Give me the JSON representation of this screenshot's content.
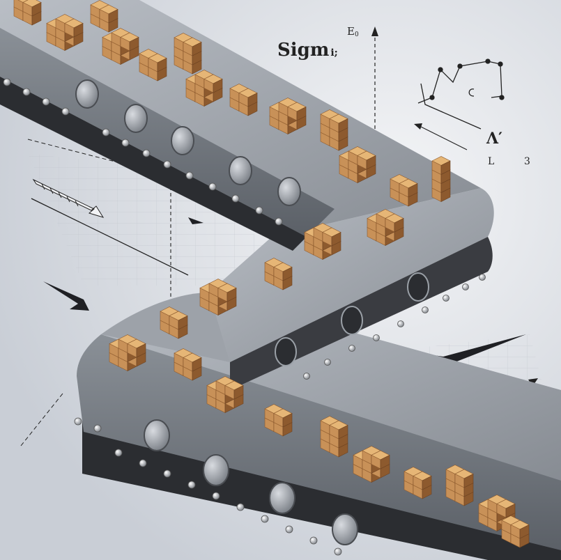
{
  "annotations": {
    "title_text": "Sigm",
    "title_suffix": "i;",
    "axis_label_top": "E",
    "axis_label_top_sub": "0",
    "mid_label": "L",
    "small_mark": "3",
    "lambda_mark": "Λ′"
  },
  "colors": {
    "background": "#e6e9ee",
    "belt_side": "#6f747b",
    "belt_top": "#9aa0a7",
    "belt_edge": "#2b2d31",
    "box_light": "#e6b676",
    "box_mid": "#c89158",
    "box_dark": "#8d5a2e"
  }
}
